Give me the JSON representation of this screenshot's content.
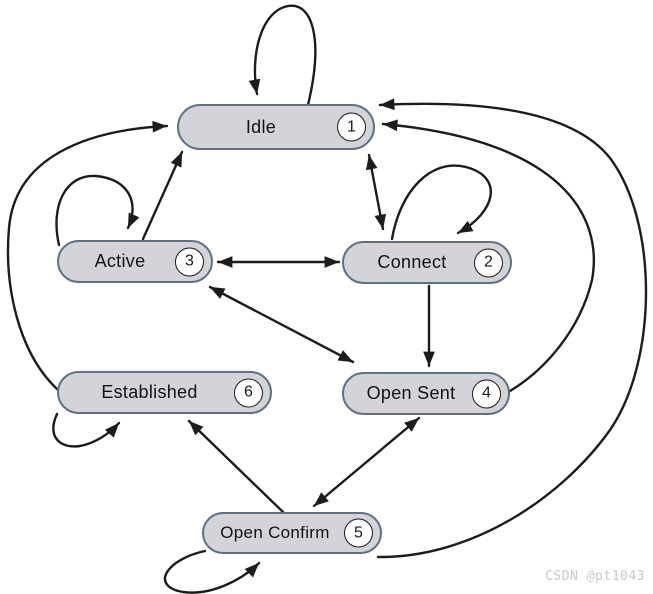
{
  "diagram": {
    "type": "state-machine",
    "description": "BGP session finite state machine",
    "states": [
      {
        "id": "idle",
        "label": "Idle",
        "number": "1"
      },
      {
        "id": "connect",
        "label": "Connect",
        "number": "2"
      },
      {
        "id": "active",
        "label": "Active",
        "number": "3"
      },
      {
        "id": "open-sent",
        "label": "Open Sent",
        "number": "4"
      },
      {
        "id": "open-confirm",
        "label": "Open Confirm",
        "number": "5"
      },
      {
        "id": "established",
        "label": "Established",
        "number": "6"
      }
    ],
    "transitions": [
      {
        "from": "idle",
        "to": "idle",
        "style": "self-loop"
      },
      {
        "from": "connect",
        "to": "connect",
        "style": "self-loop"
      },
      {
        "from": "active",
        "to": "active",
        "style": "self-loop"
      },
      {
        "from": "established",
        "to": "established",
        "style": "self-loop"
      },
      {
        "from": "open-confirm",
        "to": "open-confirm",
        "style": "self-loop"
      },
      {
        "from": "active",
        "to": "idle",
        "style": "straight"
      },
      {
        "from": "established",
        "to": "idle",
        "style": "big-curve-left"
      },
      {
        "from": "idle",
        "to": "connect",
        "style": "straight",
        "bidirectional": true
      },
      {
        "from": "active",
        "to": "connect",
        "style": "straight",
        "bidirectional": true
      },
      {
        "from": "connect",
        "to": "open-sent",
        "style": "straight"
      },
      {
        "from": "active",
        "to": "open-sent",
        "style": "straight",
        "bidirectional": true
      },
      {
        "from": "open-sent",
        "to": "open-confirm",
        "style": "straight",
        "bidirectional": true
      },
      {
        "from": "open-confirm",
        "to": "established",
        "style": "straight"
      },
      {
        "from": "open-sent",
        "to": "idle",
        "style": "big-curve-right-inner"
      },
      {
        "from": "open-confirm",
        "to": "idle",
        "style": "big-curve-right-outer"
      }
    ],
    "colors": {
      "state_fill": "#d3d4d9",
      "state_border": "#5d7183",
      "arrow": "#1c1c1c",
      "number_circle_fill": "#ffffff",
      "number_circle_border": "#1a1a1a",
      "background": "#ffffff"
    }
  },
  "watermark": {
    "text": "CSDN @pt1043",
    "color": "#c9c9c9"
  }
}
